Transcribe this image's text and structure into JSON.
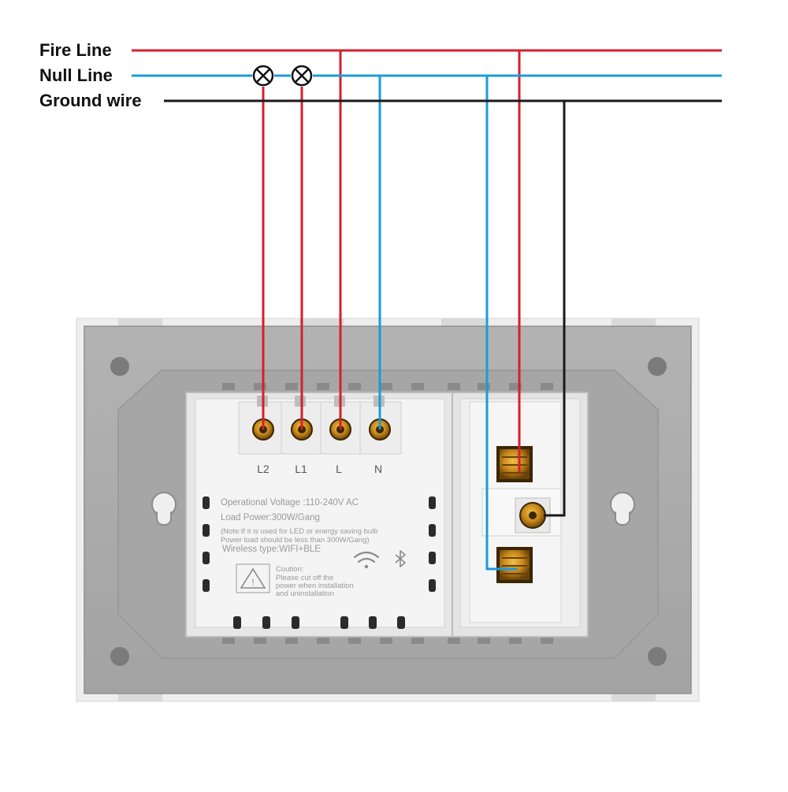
{
  "legend": {
    "fire": "Fire Line",
    "null": "Null Line",
    "ground": "Ground wire"
  },
  "switch_module": {
    "terminals": [
      "L2",
      "L1",
      "L",
      "N"
    ],
    "spec_voltage": "Operational Voltage :110-240V AC",
    "spec_load": "Load Power:300W/Gang",
    "note_line1": "(Note:If it is used for LED or energy saving bulb",
    "note_line2": "Power load should be less than 300W/Gang)",
    "wireless": "Wireless type:WIFI+BLE",
    "caution_title": "Coution:",
    "caution_line1": "Please cut off the",
    "caution_line2": "power when installation",
    "caution_line3": "and uninstallation"
  },
  "colors": {
    "fire": "#d4202e",
    "null": "#1c9bd8",
    "ground": "#1a1a1a",
    "plate": "#a9a9a9",
    "module": "#f3f3f3",
    "brass": "#c8891c"
  },
  "icons": [
    "lamp-icon",
    "wifi-icon",
    "bluetooth-icon",
    "warning-icon"
  ]
}
